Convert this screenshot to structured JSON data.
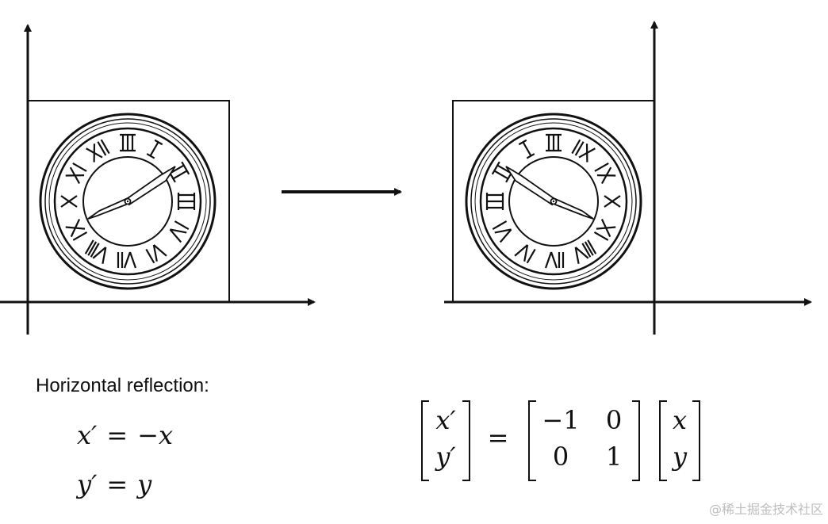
{
  "caption": "Horizontal reflection:",
  "equations": {
    "x_lhs": "x′",
    "x_rhs": "−x",
    "y_lhs": "y′",
    "y_rhs": "y",
    "equals": "="
  },
  "matrix_form": {
    "lhs": [
      "x′",
      "y′"
    ],
    "transform": [
      [
        "−1",
        "0"
      ],
      [
        "0",
        "1"
      ]
    ],
    "rhs": [
      "x",
      "y"
    ]
  },
  "watermark": "@稀土掘金技术社区",
  "icons": [
    "clock-icon-original",
    "clock-icon-reflected",
    "arrow-right-icon"
  ],
  "colors": {
    "ink": "#111111",
    "watermark": "#bdbdbd"
  }
}
